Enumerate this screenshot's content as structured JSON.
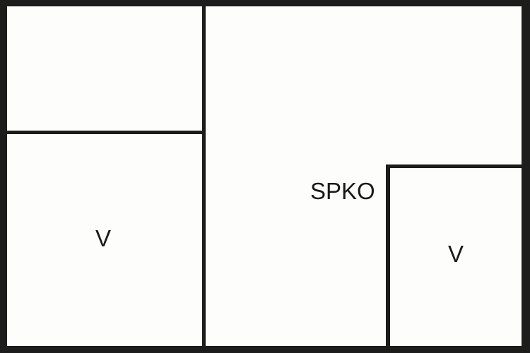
{
  "rooms": [
    {
      "label": ""
    },
    {
      "label": "V"
    },
    {
      "label": "SPKO"
    },
    {
      "label": "V"
    }
  ]
}
